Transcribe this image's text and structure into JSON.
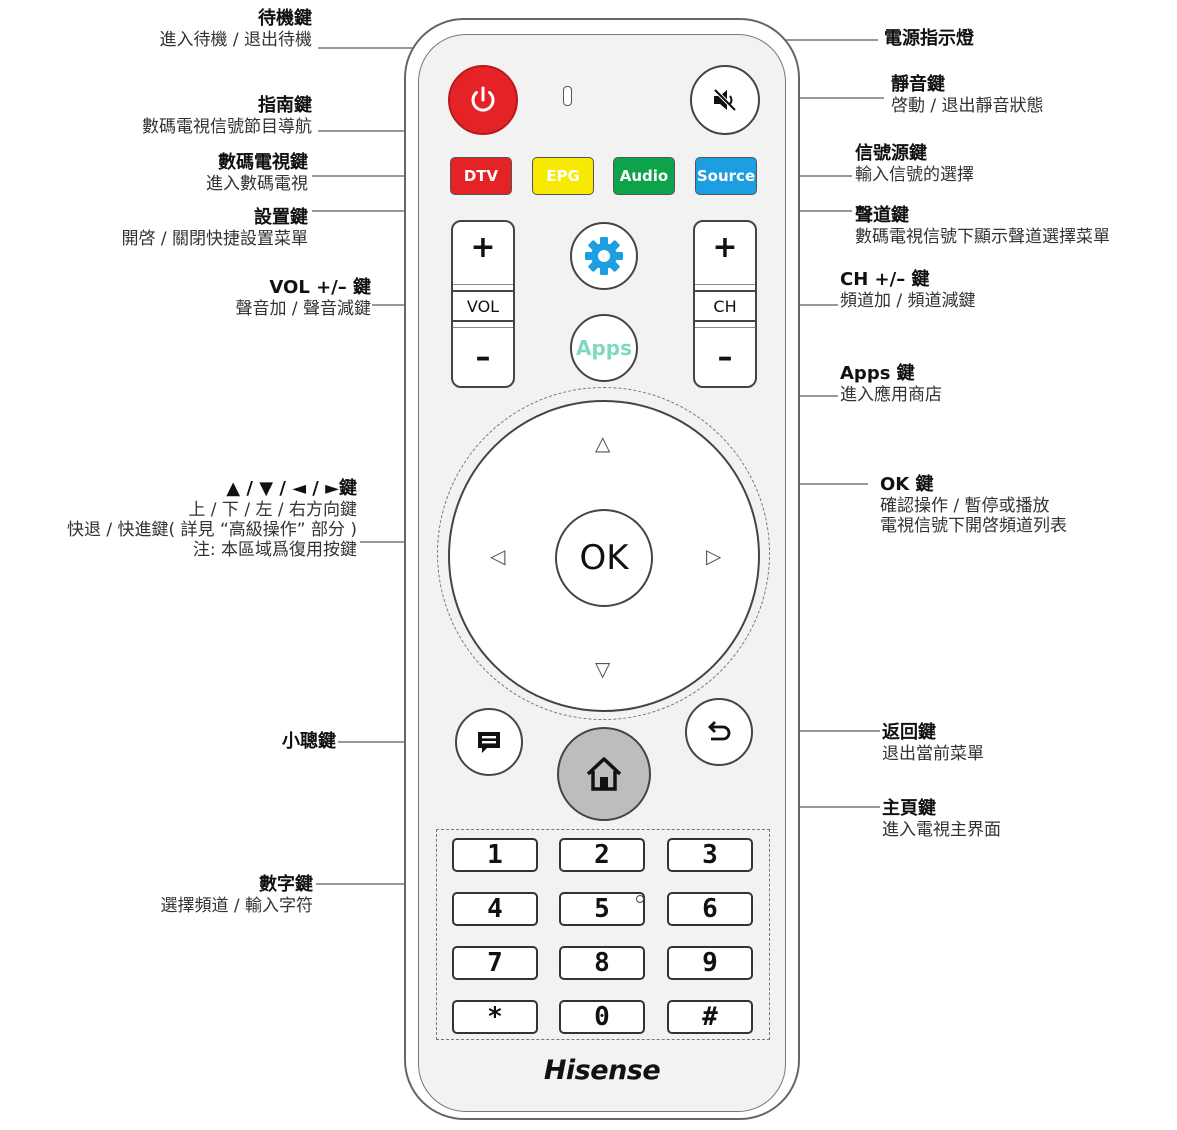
{
  "labels": {
    "standby": {
      "title": "待機鍵",
      "desc": "進入待機 / 退出待機"
    },
    "guide": {
      "title": "指南鍵",
      "desc": "數碼電視信號節目導航"
    },
    "dtv": {
      "title": "數碼電視鍵",
      "desc": "進入數碼電視"
    },
    "settings": {
      "title": "設置鍵",
      "desc": "開啓 / 關閉快捷設置菜單"
    },
    "vol": {
      "title": "VOL +/– 鍵",
      "desc": "聲音加 / 聲音減鍵"
    },
    "dpad": {
      "title": "▲ / ▼ / ◄ / ►鍵",
      "desc1": "上 / 下 / 左 / 右方向鍵",
      "desc2": "快退 / 快進鍵( 詳見 “高級操作” 部分 )",
      "desc3": "注:  本區域爲復用按鍵"
    },
    "voice": {
      "title": "小聰鍵"
    },
    "numbers": {
      "title": "數字鍵",
      "desc": "選擇頻道 / 輸入字符"
    },
    "power_indicator": {
      "title": "電源指示燈"
    },
    "mute": {
      "title": "靜音鍵",
      "desc": "啓動 / 退出靜音狀態"
    },
    "source": {
      "title": "信號源鍵",
      "desc": "輸入信號的選擇"
    },
    "audio": {
      "title": "聲道鍵",
      "desc": "數碼電視信號下顯示聲道選擇菜單"
    },
    "ch": {
      "title": "CH +/– 鍵",
      "desc": "頻道加 / 頻道減鍵"
    },
    "apps": {
      "title": "Apps 鍵",
      "desc": "進入應用商店"
    },
    "ok": {
      "title": "OK 鍵",
      "desc1": "確認操作 / 暫停或播放",
      "desc2": "電視信號下開啓頻道列表"
    },
    "back": {
      "title": "返回鍵",
      "desc": "退出當前菜單"
    },
    "home": {
      "title": "主頁鍵",
      "desc": "進入電視主界面"
    }
  },
  "remote": {
    "color_buttons": {
      "dtv": "DTV",
      "epg": "EPG",
      "audio": "Audio",
      "source": "Source"
    },
    "vol": {
      "plus": "+",
      "label": "VOL",
      "minus": "–"
    },
    "ch": {
      "plus": "+",
      "label": "CH",
      "minus": "–"
    },
    "apps": "Apps",
    "ok": "OK",
    "arrows": {
      "up": "△",
      "down": "▽",
      "left": "◁",
      "right": "▷"
    },
    "numbers": [
      "1",
      "2",
      "3",
      "4",
      "5",
      "6",
      "7",
      "8",
      "9",
      "*",
      "0",
      "#"
    ],
    "brand": "Hisense"
  },
  "colors": {
    "power": "#e52226",
    "dtv": "#e52226",
    "epg": "#f6ea00",
    "audio": "#0ea24a",
    "source": "#1c9ee0",
    "settings_icon": "#1c9ee0",
    "apps_text": "#7fd9c2",
    "home": "#bdbdbd"
  }
}
